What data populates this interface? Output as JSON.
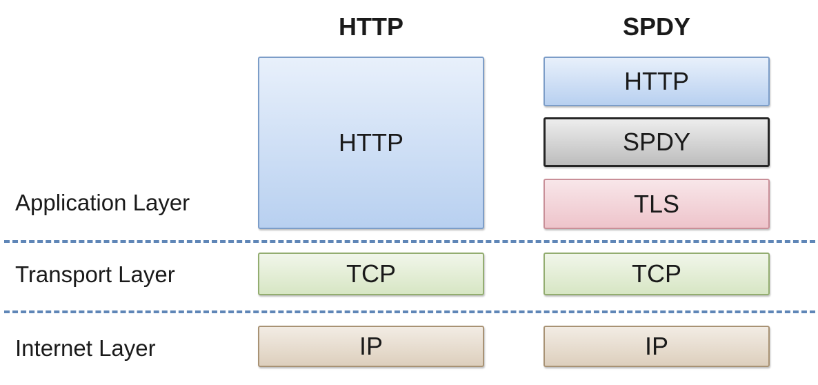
{
  "columns": {
    "http": {
      "title": "HTTP",
      "application": "HTTP",
      "transport": "TCP",
      "internet": "IP"
    },
    "spdy": {
      "title": "SPDY",
      "application": [
        "HTTP",
        "SPDY",
        "TLS"
      ],
      "transport": "TCP",
      "internet": "IP"
    }
  },
  "layers": {
    "application": "Application Layer",
    "transport": "Transport Layer",
    "internet": "Internet Layer"
  },
  "colors": {
    "http_box": "#c7daf3",
    "spdy_box": "#d0d0d0",
    "tls_box": "#f2d3d8",
    "tcp_box": "#e1ecd4",
    "ip_box": "#e7ddd1",
    "divider": "#5f86b7"
  }
}
